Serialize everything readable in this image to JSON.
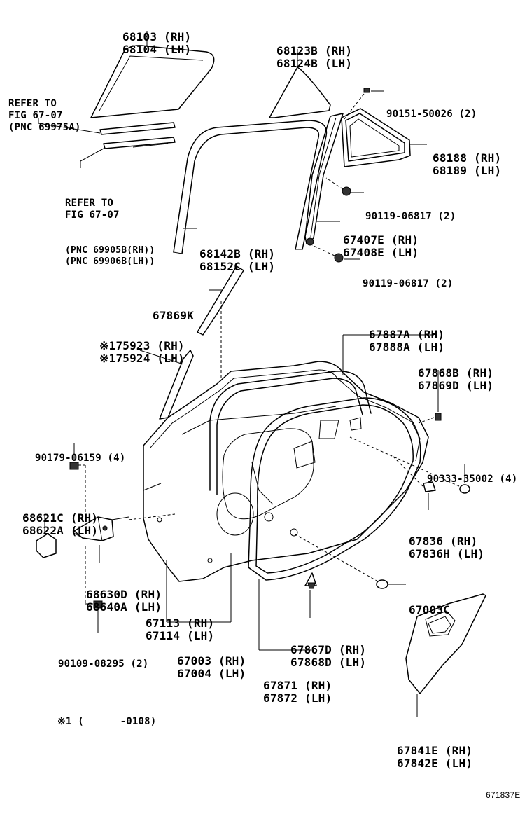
{
  "labels": {
    "p68103": [
      "68103 (RH)",
      "68104 (LH)"
    ],
    "p68123": [
      "68123B (RH)",
      "68124B (LH)"
    ],
    "refer1": [
      "REFER TO",
      "FIG 67-07",
      "(PNC 69975A)"
    ],
    "p90151": [
      "90151-50026 (2)"
    ],
    "p68188": [
      "68188 (RH)",
      "68189 (LH)"
    ],
    "refer2": [
      "REFER TO",
      "FIG 67-07",
      "(PNC 69905B(RH))",
      "(PNC 69906B(LH))"
    ],
    "p90119a": [
      "90119-06817 (2)"
    ],
    "p67407": [
      "67407E (RH)",
      "67408E (LH)"
    ],
    "p68142": [
      "68142B (RH)",
      "68152C (LH)"
    ],
    "p90119b": [
      "90119-06817 (2)"
    ],
    "p67869k": [
      "67869K"
    ],
    "p75923": [
      "※175923 (RH)",
      "※175924 (LH)"
    ],
    "p67887": [
      "67887A (RH)",
      "67888A (LH)"
    ],
    "p67868b": [
      "67868B (RH)",
      "67869D (LH)"
    ],
    "p90179": [
      "90179-06159 (4)"
    ],
    "p90333": [
      "90333-35002 (4)"
    ],
    "p68621": [
      "68621C (RH)",
      "68622A (LH)"
    ],
    "p67836": [
      "67836 (RH)",
      "67836H (LH)"
    ],
    "p68630": [
      "68630D (RH)",
      "68640A (LH)"
    ],
    "p67003c": [
      "67003C"
    ],
    "p67113": [
      "67113 (RH)",
      "67114 (LH)"
    ],
    "p90109": [
      "90109-08295 (2)"
    ],
    "p67003": [
      "67003 (RH)",
      "67004 (LH)"
    ],
    "p67867": [
      "67867D (RH)",
      "67868D (LH)"
    ],
    "p67871": [
      "67871 (RH)",
      "67872 (LH)"
    ],
    "note": [
      "※1 (      -0108)"
    ],
    "p67841": [
      "67841E (RH)",
      "67842E (LH)"
    ],
    "figno": [
      "671837E"
    ]
  }
}
